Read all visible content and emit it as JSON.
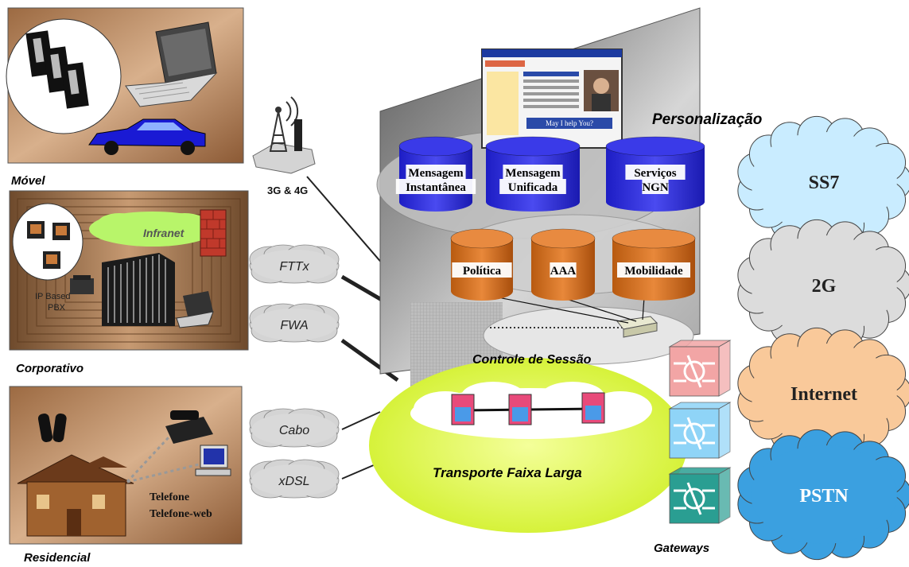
{
  "access": {
    "movel": "Móvel",
    "corporativo": "Corporativo",
    "residencial": "Residencial",
    "infranet": "Infranet",
    "ip_based": "IP Based",
    "pbx": "PBX",
    "telefone": "Telefone",
    "telefone_web": "Telefone-web",
    "radio": "3G & 4G"
  },
  "links": [
    "FTTx",
    "FWA",
    "Cabo",
    "xDSL"
  ],
  "services": {
    "personalizacao": "Personalização",
    "mensagem_instantanea": [
      "Mensagem",
      "Instantânea"
    ],
    "mensagem_unificada": [
      "Mensagem",
      "Unificada"
    ],
    "servicos_ngn": [
      "Serviços",
      "NGN"
    ],
    "politica": "Política",
    "aaa": "AAA",
    "mobilidade": "Mobilidade",
    "controle": "Controle de Sessão",
    "transporte": "Transporte Faixa Larga",
    "screen_text": "May I help You?"
  },
  "gateways": "Gateways",
  "networks": [
    {
      "label": "SS7",
      "color": "#c9ecff"
    },
    {
      "label": "2G",
      "color": "#dcdcdc"
    },
    {
      "label": "Internet",
      "color": "#f9c99a"
    },
    {
      "label": "PSTN",
      "color": "#3ba0e0"
    }
  ],
  "gateway_colors": [
    "#f2a5a5",
    "#8fd4f7",
    "#2a9e92"
  ]
}
